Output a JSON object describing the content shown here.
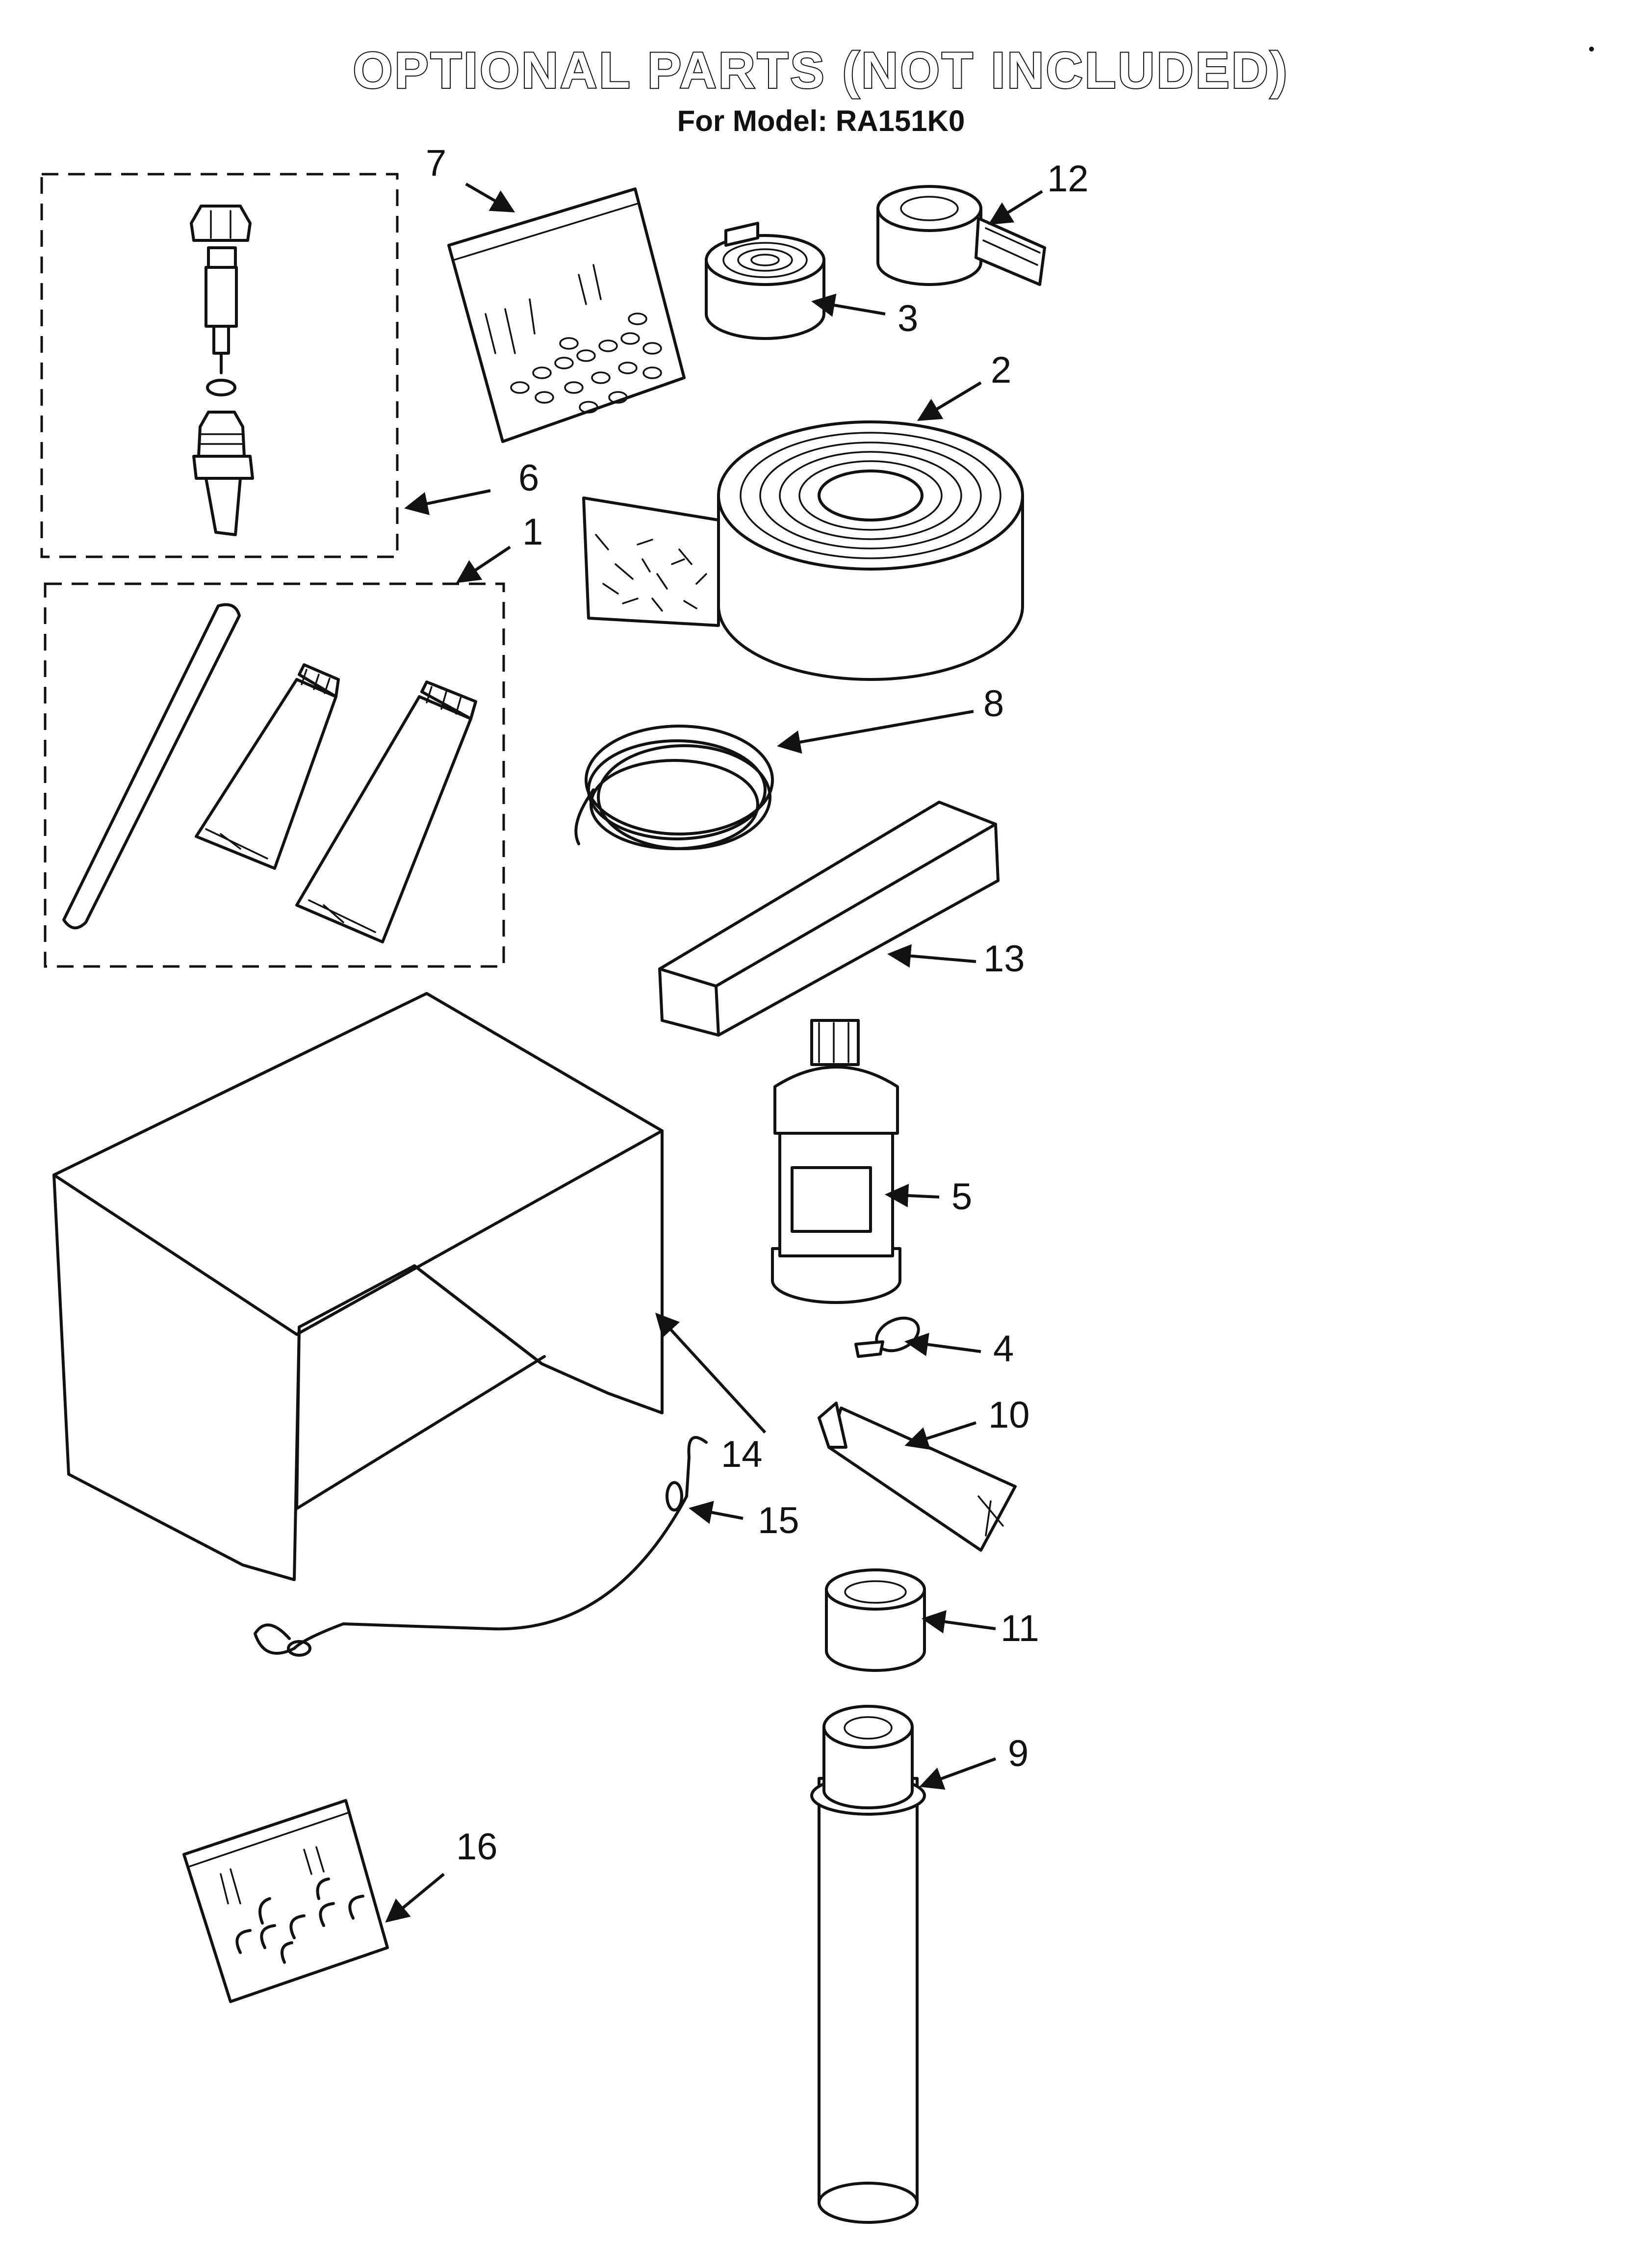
{
  "header": {
    "title": "OPTIONAL PARTS (NOT INCLUDED)",
    "subtitle": "For Model: RA151K0"
  },
  "callouts": [
    "1",
    "2",
    "3",
    "4",
    "5",
    "6",
    "7",
    "8",
    "9",
    "10",
    "11",
    "12",
    "13",
    "14",
    "15",
    "16"
  ]
}
